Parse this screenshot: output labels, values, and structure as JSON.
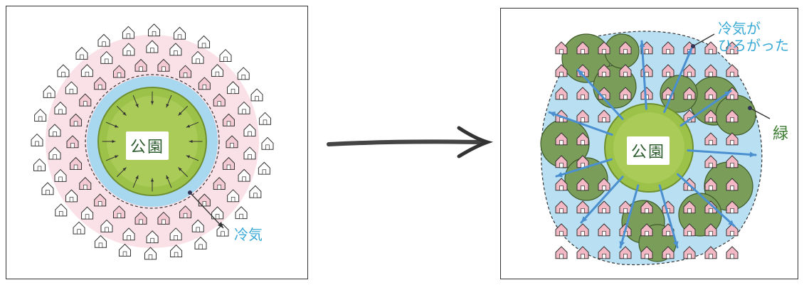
{
  "left": {
    "park_label": "公園",
    "cool_air_label": "冷気"
  },
  "right": {
    "park_label": "公園",
    "spread_label_line1": "冷気が",
    "spread_label_line2": "ひろがった",
    "green_label": "緑"
  },
  "colors": {
    "park_green": "#9cc24a",
    "cool_blue": "#a8d8ef",
    "house_pink": "#f2b8c4",
    "tree_green": "#7a9e5a",
    "arrow_blue": "#4a8fd0",
    "text_blue": "#39a9d6"
  }
}
